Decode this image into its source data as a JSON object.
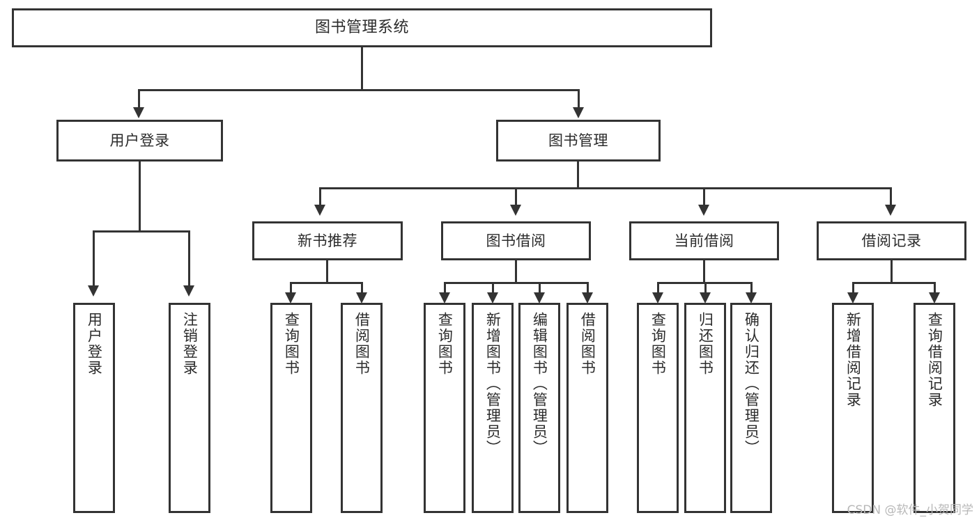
{
  "diagram": {
    "title": "图书管理系统",
    "type": "tree",
    "watermark": "CSDN @软件_小贺同学",
    "colors": {
      "stroke": "#333333",
      "box_fill": "#ffffff",
      "text": "#2b2b2b",
      "watermark": "#b8b8b8",
      "background": "#ffffff"
    }
  },
  "nodes": {
    "root": {
      "label": "图书管理系统"
    },
    "level2": [
      {
        "label": "用户登录"
      },
      {
        "label": "图书管理"
      }
    ],
    "level3": [
      {
        "label": "新书推荐"
      },
      {
        "label": "图书借阅"
      },
      {
        "label": "当前借阅"
      },
      {
        "label": "借阅记录"
      }
    ],
    "leaves": {
      "user_login": [
        {
          "label": "用户登录"
        },
        {
          "label": "注销登录"
        }
      ],
      "new_book_recommend": [
        {
          "label": "查询图书"
        },
        {
          "label": "借阅图书"
        }
      ],
      "book_borrow": [
        {
          "label": "查询图书"
        },
        {
          "label": "新增图书（管理员）"
        },
        {
          "label": "编辑图书（管理员）"
        },
        {
          "label": "借阅图书"
        }
      ],
      "current_borrow": [
        {
          "label": "查询图书"
        },
        {
          "label": "归还图书"
        },
        {
          "label": "确认归还（管理员）"
        }
      ],
      "borrow_record": [
        {
          "label": "新增借阅记录"
        },
        {
          "label": "查询借阅记录"
        }
      ]
    }
  }
}
